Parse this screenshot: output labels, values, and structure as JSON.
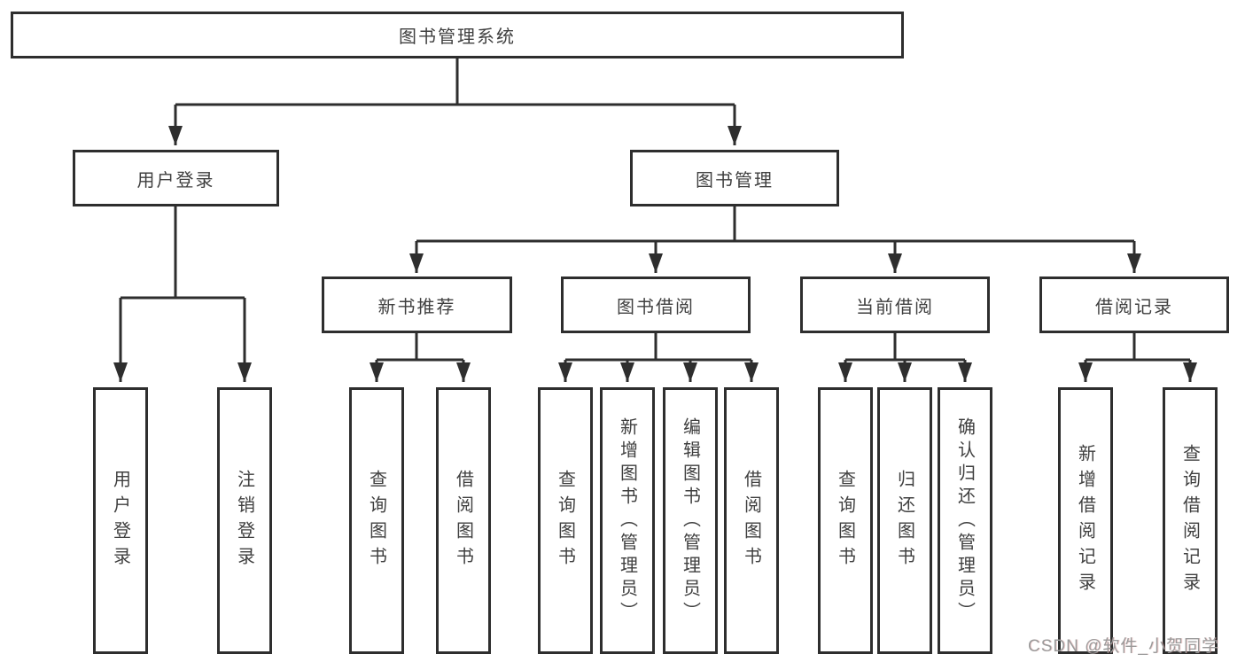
{
  "diagram": {
    "type": "hierarchy-tree",
    "colors": {
      "line": "#2e2e2e",
      "box_border": "#2e2e2e",
      "box_fill": "#ffffff",
      "text": "#3f3f3f",
      "watermark_text": "#9b9b9b"
    },
    "tree": {
      "label": "图书管理系统",
      "children": [
        {
          "label": "用户登录",
          "children": [
            {
              "label": "用户登录"
            },
            {
              "label": "注销登录"
            }
          ]
        },
        {
          "label": "图书管理",
          "children": [
            {
              "label": "新书推荐",
              "children": [
                {
                  "label": "查询图书"
                },
                {
                  "label": "借阅图书"
                }
              ]
            },
            {
              "label": "图书借阅",
              "children": [
                {
                  "label": "查询图书"
                },
                {
                  "label": "新增图书（管理员）"
                },
                {
                  "label": "编辑图书（管理员）"
                },
                {
                  "label": "借阅图书"
                }
              ]
            },
            {
              "label": "当前借阅",
              "children": [
                {
                  "label": "查询图书"
                },
                {
                  "label": "归还图书"
                },
                {
                  "label": "确认归还（管理员）"
                }
              ]
            },
            {
              "label": "借阅记录",
              "children": [
                {
                  "label": "新增借阅记录"
                },
                {
                  "label": "查询借阅记录"
                }
              ]
            }
          ]
        }
      ]
    },
    "watermark": {
      "text": "CSDN @软件_小贺同学"
    }
  }
}
